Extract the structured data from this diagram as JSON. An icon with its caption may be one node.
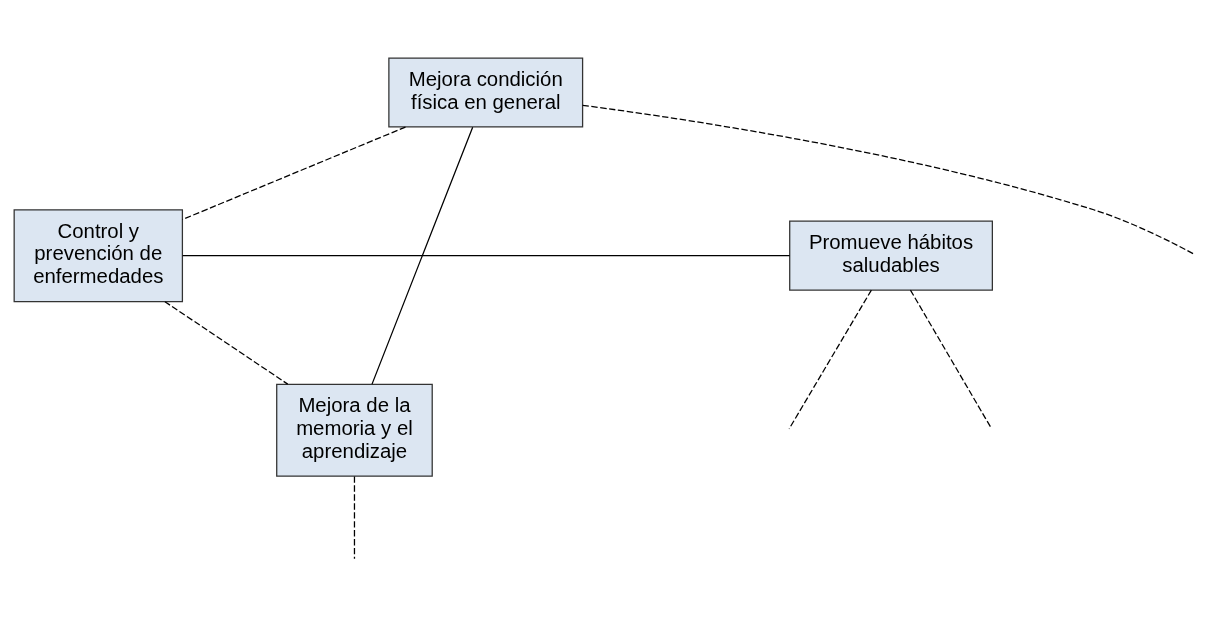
{
  "diagram": {
    "nodes": [
      {
        "text": [
          "Mejora condición física en general"
        ]
      },
      {
        "text": [
          "Control y prevención de enfermedades"
        ]
      },
      {
        "text": [
          "Promueve hábitos saludables"
        ]
      },
      {
        "text": [
          "Mejora de la memoria y el aprendizaje"
        ]
      }
    ],
    "edges": [
      {
        "from": 0,
        "to": 3,
        "arrow": "none"
      },
      {
        "from": 1,
        "to": 2,
        "arrow": "none"
      },
      {
        "from": 0,
        "to": 1,
        "arrow": "none",
        "style": "dashed"
      },
      {
        "from": 1,
        "to": 3,
        "arrow": "none",
        "style": "dashed"
      },
      {
        "from": 0,
        "to": null,
        "arrow": "none",
        "style": "dashed"
      },
      {
        "from": 2,
        "to": null,
        "arrow": "none",
        "style": "dashed"
      },
      {
        "from": 2,
        "to": null,
        "arrow": "none",
        "style": "dashed"
      },
      {
        "from": 3,
        "to": null,
        "arrow": "none",
        "style": "dashed"
      }
    ]
  }
}
